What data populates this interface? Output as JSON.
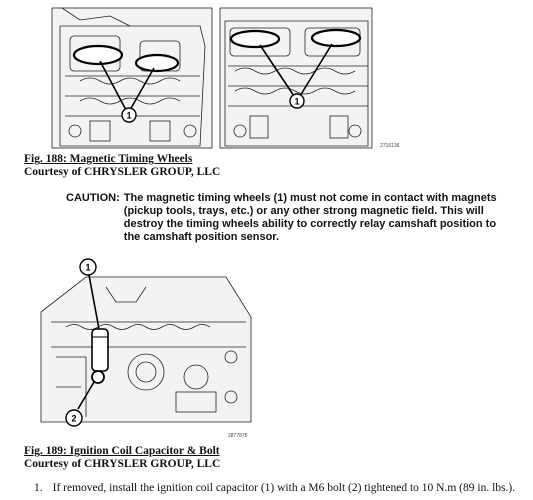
{
  "figures": [
    {
      "title": "Fig. 188: Magnetic Timing Wheels",
      "courtesy": "Courtesy of CHRYSLER GROUP, LLC",
      "ref_number": "2716136",
      "callouts": [
        "1"
      ]
    },
    {
      "title": "Fig. 189: Ignition Coil Capacitor & Bolt",
      "courtesy": "Courtesy of CHRYSLER GROUP, LLC",
      "ref_number": "2877875",
      "callouts": [
        "1",
        "2"
      ]
    }
  ],
  "caution": {
    "label": "CAUTION:",
    "text": "The magnetic timing wheels (1) must not come in contact with magnets (pickup tools, trays, etc.) or any other strong magnetic field. This will destroy the timing wheels ability to correctly relay camshaft position to the camshaft position sensor."
  },
  "steps": [
    {
      "number": "1.",
      "text": "If removed, install the ignition coil capacitor (1) with a M6 bolt (2) tightened to 10 N.m (89 in. lbs.)."
    }
  ]
}
